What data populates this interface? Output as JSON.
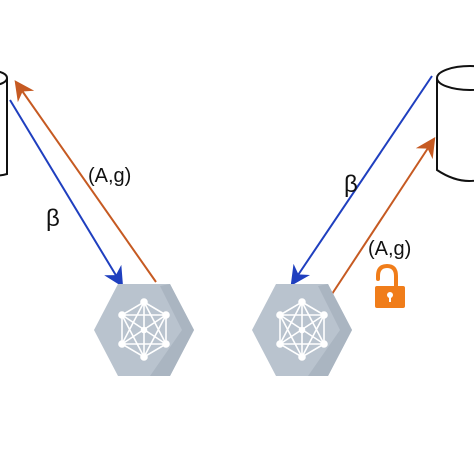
{
  "labels": {
    "left_return": "(A,g)",
    "left_forward": "β",
    "right_forward": "β",
    "right_return": "(A,g)"
  },
  "colors": {
    "blue_arrow": "#1f3fbf",
    "orange_arrow": "#c65a22",
    "node_fill": "#b9c3ce",
    "node_shadow": "#a9b4c0",
    "node_net": "#ffffff",
    "lock": "#f07d1a",
    "storage_stroke": "#111111"
  },
  "icons": {
    "left_storage": "database-cylinder-icon",
    "right_storage": "database-cylinder-icon",
    "left_node": "network-hexagon-icon",
    "right_node": "network-hexagon-icon",
    "lock": "open-lock-icon"
  }
}
